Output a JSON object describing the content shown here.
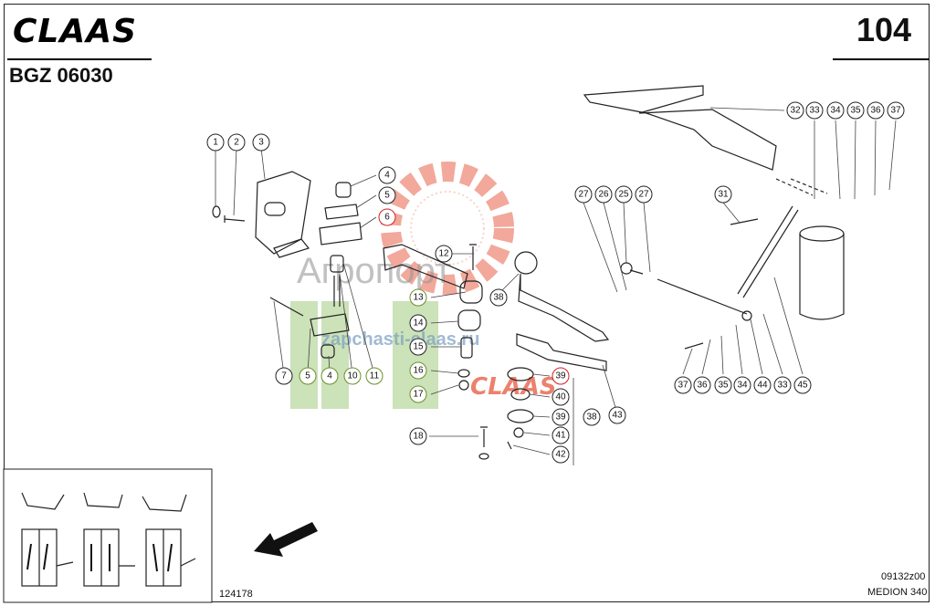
{
  "header": {
    "brand": "CLAAS",
    "code": "BGZ 06030",
    "page_number": "104"
  },
  "footer": {
    "illustration_no": "124178",
    "drawing_ref": "09132z00",
    "model": "MEDION 340"
  },
  "callouts": [
    "1",
    "2",
    "3",
    "4",
    "5",
    "6",
    "12",
    "13",
    "38",
    "14",
    "15",
    "16",
    "17",
    "7",
    "5",
    "4",
    "10",
    "11",
    "39",
    "40",
    "39",
    "38",
    "41",
    "42",
    "18",
    "43",
    "27",
    "26",
    "25",
    "27",
    "32",
    "33",
    "34",
    "35",
    "36",
    "37",
    "31",
    "37",
    "36",
    "35",
    "34",
    "44",
    "33",
    "45"
  ],
  "watermark": {
    "logo_text": "Агропорт",
    "url_text": "zapchasti-claas.ru",
    "brand_text": "CLAAS"
  },
  "colors": {
    "line": "#222222",
    "watermark_red": "#e8624a",
    "watermark_green": "#8fbf66",
    "highlight_red": "#cc2222",
    "highlight_green": "#6a8f2a"
  }
}
